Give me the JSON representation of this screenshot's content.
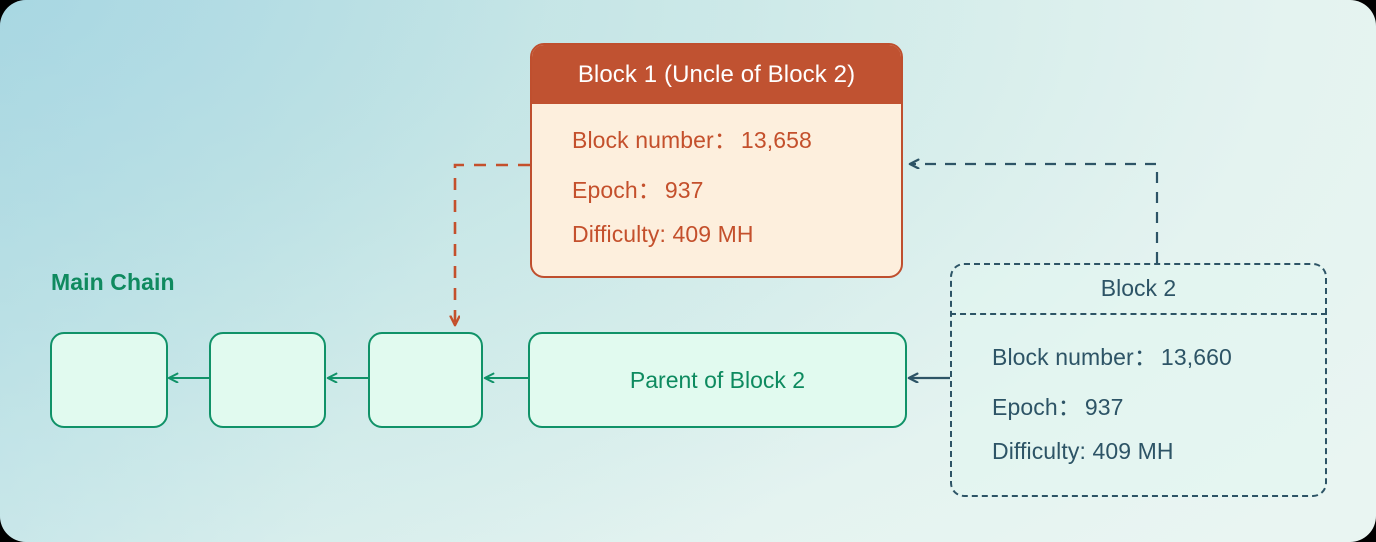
{
  "diagram": {
    "title_label": "Main Chain",
    "uncle_block": {
      "header": "Block 1 (Uncle of Block 2)",
      "rows": [
        {
          "label": "Block number：",
          "value": "13,658"
        },
        {
          "label": "Epoch：",
          "value": "937"
        },
        {
          "label": "Difficulty: 409 MH",
          "value": ""
        }
      ],
      "header_bg": "#c05231",
      "body_bg": "#fdefdd",
      "text_color": "#c4502c"
    },
    "block2": {
      "header": "Block 2",
      "rows": [
        {
          "label": "Block number：",
          "value": "13,660"
        },
        {
          "label": "Epoch：",
          "value": "937"
        },
        {
          "label": "Difficulty: 409 MH",
          "value": ""
        }
      ],
      "stroke_color": "#2d5466",
      "text_color": "#2d5466",
      "style": "dashed"
    },
    "parent_block": {
      "label": "Parent of Block 2"
    },
    "chain_blocks": [
      {
        "label": ""
      },
      {
        "label": ""
      },
      {
        "label": ""
      }
    ],
    "colors": {
      "chain_stroke": "#109268",
      "chain_fill": "#e1faef",
      "chain_text": "#0d8a5f",
      "main_chain_label": "#0f8a5f",
      "uncle_stroke": "#bf4f2e",
      "uncle_arrow": "#c4502c",
      "block2_arrow": "#2d5466",
      "background_from": "#aed9e3",
      "background_to": "#e9f5f2"
    },
    "edges": [
      {
        "name": "uncle-to-chain-block-3",
        "style": "dashed",
        "color": "#c4502c"
      },
      {
        "name": "block2-to-uncle",
        "style": "dashed",
        "color": "#2d5466"
      },
      {
        "name": "block2-to-parent",
        "style": "solid",
        "color": "#2d5466"
      },
      {
        "name": "parent-to-chain-block-3",
        "style": "solid",
        "color": "#109268"
      },
      {
        "name": "chain-block-3-to-chain-block-2",
        "style": "solid",
        "color": "#109268"
      },
      {
        "name": "chain-block-2-to-chain-block-1",
        "style": "solid",
        "color": "#109268"
      }
    ]
  }
}
